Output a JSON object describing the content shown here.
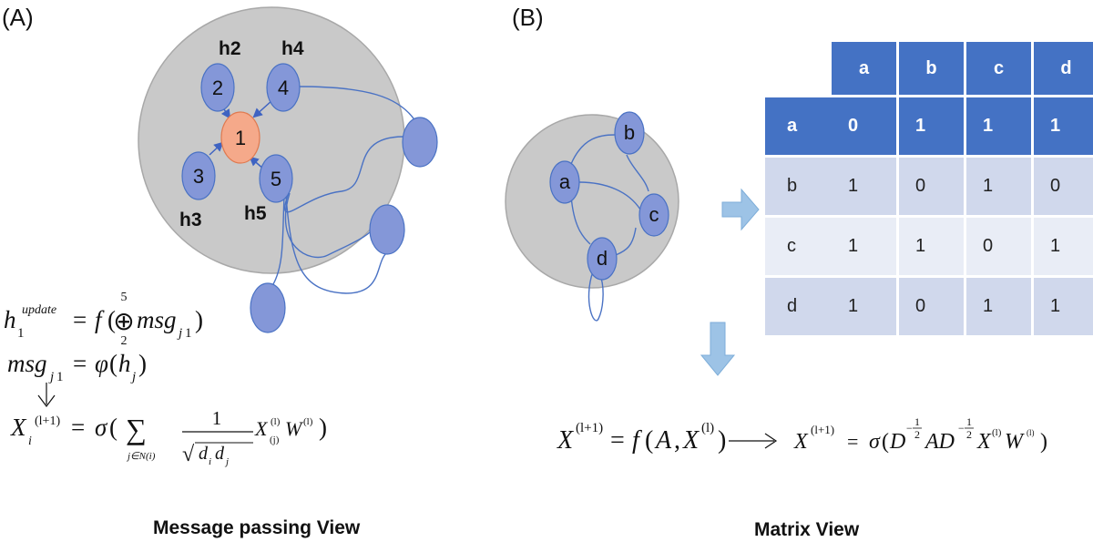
{
  "panels": {
    "a": "(A)",
    "b": "(B)"
  },
  "graph_a": {
    "nodes": [
      "1",
      "2",
      "3",
      "4",
      "5"
    ],
    "hidden_labels": [
      "h2",
      "h4",
      "h3",
      "h5"
    ]
  },
  "graph_b": {
    "nodes": [
      "a",
      "b",
      "c",
      "d"
    ]
  },
  "matrix": {
    "col_headers": [
      "a",
      "b",
      "c",
      "d"
    ],
    "rows": [
      {
        "label": "a",
        "values": [
          "0",
          "1",
          "1",
          "1"
        ]
      },
      {
        "label": "b",
        "values": [
          "1",
          "0",
          "1",
          "0"
        ]
      },
      {
        "label": "c",
        "values": [
          "1",
          "1",
          "0",
          "1"
        ]
      },
      {
        "label": "d",
        "values": [
          "1",
          "0",
          "1",
          "1"
        ]
      }
    ]
  },
  "captions": {
    "left": "Message passing View",
    "right": "Matrix View"
  },
  "colors": {
    "node_blue": "#8497d8",
    "node_center": "#f5a98a",
    "circle_grey": "#c9c9c9",
    "header_blue": "#4472c4",
    "row_light": "#d0d8ec",
    "row_lighter": "#e9edf6",
    "arrow_blue": "#9dc3e6"
  }
}
